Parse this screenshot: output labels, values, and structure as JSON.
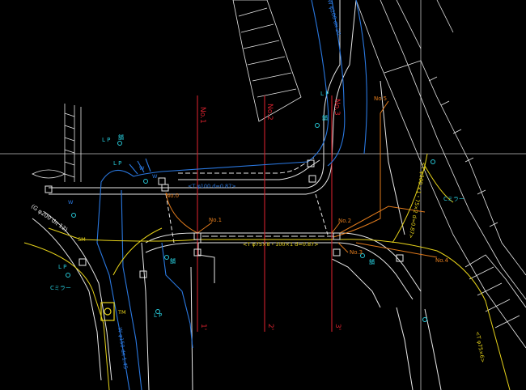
{
  "drawing": {
    "background": "#000000",
    "colors": {
      "road_edge": "#e8e8e8",
      "water_main": "#2a78e0",
      "utility_yellow": "#e6d21a",
      "gas_orange": "#e07a1c",
      "section_red": "#d0202c",
      "labels_cyan": "#27c9d8"
    },
    "crosshair": true
  },
  "sections": {
    "top": [
      "No.1",
      "No.2",
      "No.3"
    ],
    "bottom": [
      "1'",
      "2'",
      "3'"
    ]
  },
  "points": {
    "no0": "No.0",
    "no1": "No.1",
    "no2": "No.2",
    "no3": "No.3",
    "no4": "No.4",
    "no5": "No.5"
  },
  "pipes": {
    "main_horizontal": "<T φ75×8・100×1 d=0.87>",
    "upper_horizontal": "<T φ100 d=0.87>",
    "lower_left_blue": "W φ150 dπ 1.45",
    "top_blue": "W φ200 dπ 20",
    "right_yellow": "<T φ100 ×1・75×2 d=0.87>",
    "far_right_yellow": "<T φ75×6>",
    "left_diag_white": "(G φ200 dπ 12)",
    "sm_label": "SM"
  },
  "markers": {
    "lp": "L P",
    "o_small": "O",
    "mirror": "Cミラー",
    "tm": "TM",
    "w": "W",
    "kanji_mark": "舗"
  }
}
